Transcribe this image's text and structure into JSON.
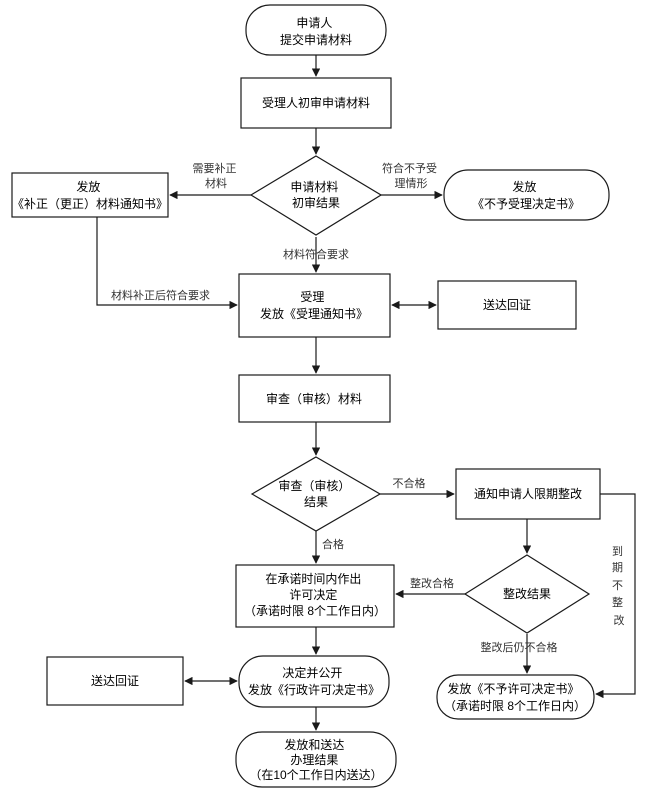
{
  "nodes": {
    "start": [
      "申请人",
      "提交申请材料"
    ],
    "initial_review": [
      "受理人初审申请材料"
    ],
    "review_result": [
      "申请材料",
      "初审结果"
    ],
    "supplement_notice": [
      "发放",
      "《补正（更正）材料通知书》"
    ],
    "reject_decision": [
      "发放",
      "《不予受理决定书》"
    ],
    "accept": [
      "受理",
      "发放《受理通知书》"
    ],
    "receipt_1": [
      "送达回证"
    ],
    "examine": [
      "审查（审核）材料"
    ],
    "examine_result": [
      "审查（审核）",
      "结果"
    ],
    "rectify_notice": [
      "通知申请人限期整改"
    ],
    "permit_decision": [
      "在承诺时间内作出",
      "许可决定",
      "（承诺时限 8个工作日内）"
    ],
    "rectify_result": [
      "整改结果"
    ],
    "decide_publish": [
      "决定并公开",
      "发放《行政许可决定书》"
    ],
    "receipt_2": [
      "送达回证"
    ],
    "deny_permit": [
      "发放《不予许可决定书》",
      "（承诺时限 8个工作日内）"
    ],
    "deliver": [
      "发放和送达",
      "办理结果",
      "（在10个工作日内送达）"
    ]
  },
  "edge_labels": {
    "needs_fix": [
      "需要补正",
      "材料"
    ],
    "not_eligible": [
      "符合不予受",
      "理情形"
    ],
    "meets_req": [
      "材料符合要求"
    ],
    "fixed_ok": [
      "材料补正后符合要求"
    ],
    "unqualified": [
      "不合格"
    ],
    "qualified": [
      "合格"
    ],
    "rectify_ok": [
      "整改合格"
    ],
    "rectify_fail": [
      "整改后仍不合格"
    ],
    "overdue": [
      "到",
      "期",
      "不",
      "整",
      "改"
    ]
  }
}
